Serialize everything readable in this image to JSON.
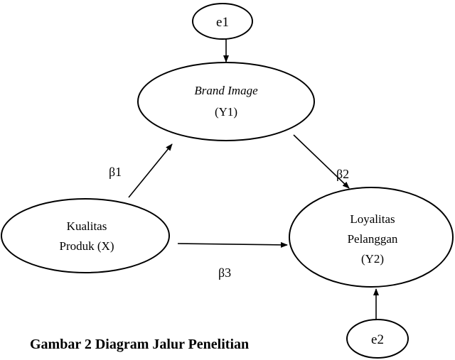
{
  "nodes": {
    "e1": {
      "label": "e1"
    },
    "brand_image": {
      "line1": "Brand Image",
      "line2": "(Y1)"
    },
    "kualitas_produk": {
      "line1": "Kualitas",
      "line2": "Produk (X)"
    },
    "loyalitas_pelanggan": {
      "line1": "Loyalitas",
      "line2": "Pelanggan",
      "line3": "(Y2)"
    },
    "e2": {
      "label": "e2"
    }
  },
  "edges": {
    "beta1": {
      "label": "β1",
      "from": "kualitas_produk",
      "to": "brand_image"
    },
    "beta2": {
      "label": "β2",
      "from": "brand_image",
      "to": "loyalitas_pelanggan"
    },
    "beta3": {
      "label": "β3",
      "from": "kualitas_produk",
      "to": "loyalitas_pelanggan"
    },
    "e1_link": {
      "from": "e1",
      "to": "brand_image"
    },
    "e2_link": {
      "from": "e2",
      "to": "loyalitas_pelanggan"
    }
  },
  "caption": "Gambar 2 Diagram Jalur Penelitian"
}
